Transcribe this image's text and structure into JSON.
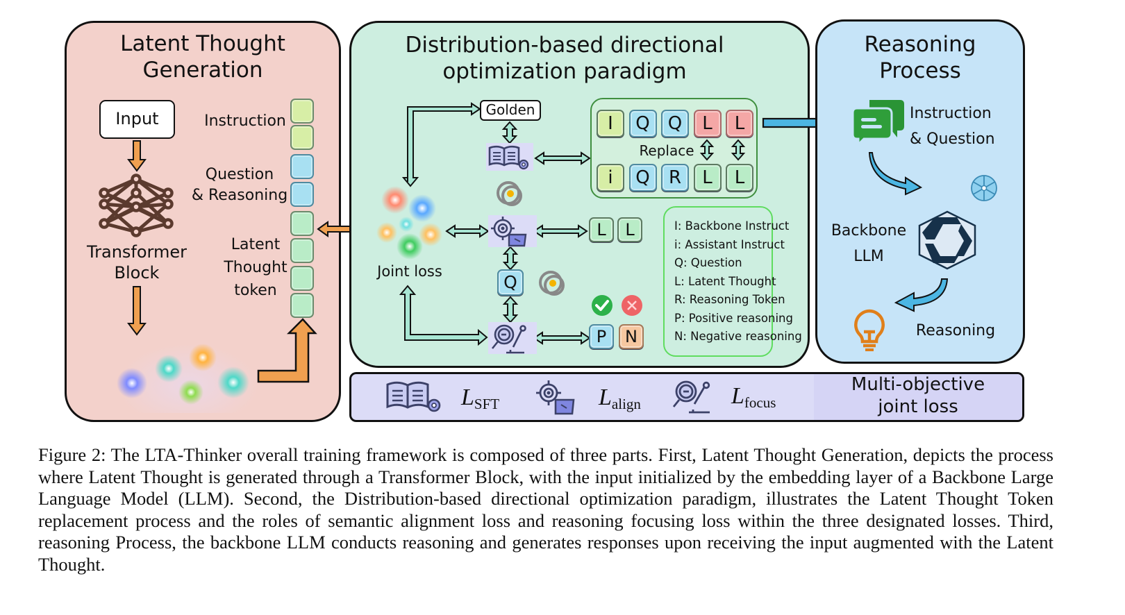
{
  "panels": {
    "latent_generation": {
      "title_line1": "Latent Thought",
      "title_line2": "Generation",
      "input_label": "Input",
      "transformer_line1": "Transformer",
      "transformer_line2": "Block",
      "segment_labels": {
        "instruction": "Instruction",
        "question_line1": "Question",
        "question_line2": "& Reasoning",
        "latent_line1": "Latent",
        "latent_line2": "Thought",
        "latent_line3": "token"
      },
      "token_column": [
        "instruction",
        "instruction",
        "question",
        "question",
        "latent",
        "latent",
        "latent",
        "latent"
      ],
      "color": "#f3d1cb"
    },
    "optimization": {
      "title_line1": "Distribution-based directional",
      "title_line2": "optimization paradigm",
      "golden_label": "Golden",
      "joint_loss_label": "Joint loss",
      "replace_label": "Replace",
      "top_row": [
        "I",
        "Q",
        "Q",
        "L",
        "L"
      ],
      "bottom_row": [
        "i",
        "Q",
        "R",
        "L",
        "L"
      ],
      "align_tokens": [
        "L",
        "L"
      ],
      "question_token": "Q",
      "focus_tokens": [
        "P",
        "N"
      ],
      "legend": [
        "I: Backbone Instruct",
        "i: Assistant Instruct",
        "Q: Question",
        "L: Latent Thought",
        "R: Reasoning Token",
        "P: Positive reasoning",
        "N: Negative reasoning"
      ],
      "color": "#cdeee0"
    },
    "reasoning": {
      "title_line1": "Reasoning",
      "title_line2": "Process",
      "input_line1": "Instruction",
      "input_line2": "& Question",
      "backbone_line1": "Backbone",
      "backbone_line2": "LLM",
      "output_label": "Reasoning",
      "color": "#c6e4f8"
    }
  },
  "loss_bar": {
    "losses": [
      {
        "symbol": "L",
        "subscript": "SFT",
        "icon": "book-gear-icon"
      },
      {
        "symbol": "L",
        "subscript": "align",
        "icon": "target-icon"
      },
      {
        "symbol": "L",
        "subscript": "focus",
        "icon": "magnifier-chart-icon"
      }
    ],
    "title_line1": "Multi-objective",
    "title_line2": "joint loss",
    "color": "#dcdcf7"
  },
  "caption": "Figure 2: The LTA-Thinker overall training framework is composed of three parts. First, Latent Thought Generation, depicts the process where Latent Thought is generated through a Transformer Block, with the input initialized by the embedding layer of a Backbone Large Language Model (LLM). Second, the Distribution-based directional optimization paradigm, illustrates the Latent Thought Token replacement process and the roles of semantic alignment loss and reasoning focusing loss within the three designated losses. Third, reasoning Process, the backbone LLM conducts reasoning and generates responses upon receiving the input augmented with the Latent Thought."
}
